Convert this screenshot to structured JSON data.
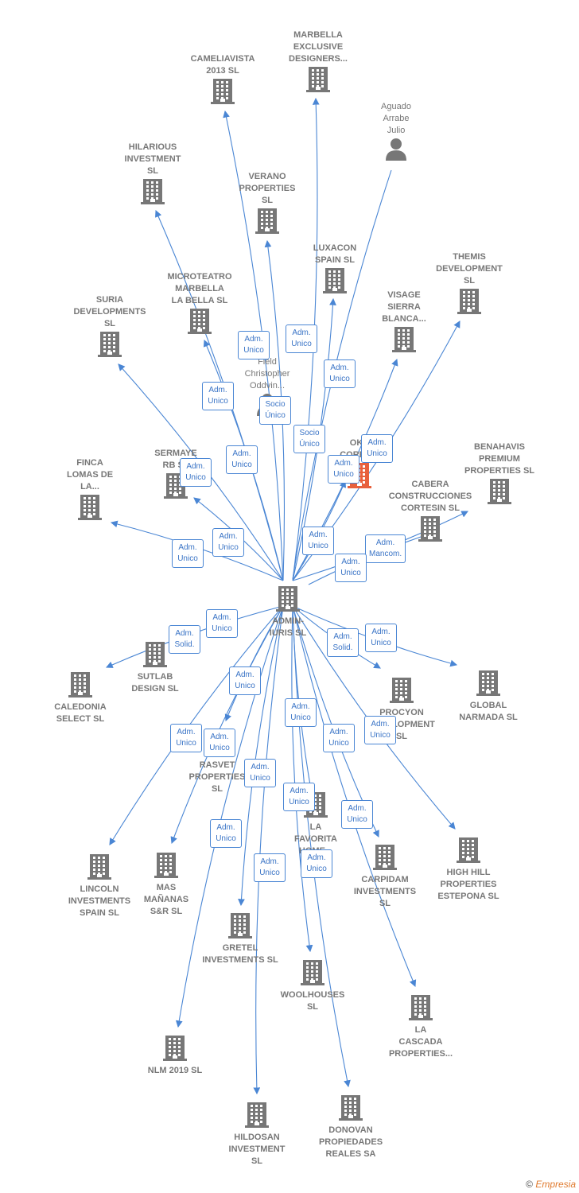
{
  "colors": {
    "edge": "#4a86d4",
    "node": "#777777",
    "highlight": "#e8603c",
    "person": "#777777"
  },
  "center": {
    "id": "admin",
    "label": "ADMIN-\nIURIS  SL"
  },
  "nodes": [
    {
      "id": "cameliavista",
      "label": "CAMELIAVISTA\n2013  SL",
      "icon": "building-icon"
    },
    {
      "id": "marbella",
      "label": "MARBELLA\nEXCLUSIVE\nDESIGNERS...",
      "icon": "building-icon"
    },
    {
      "id": "aguado",
      "label": "Aguado\nArrabe\nJulio",
      "icon": "person-icon"
    },
    {
      "id": "hilarious",
      "label": "HILARIOUS\nINVESTMENT\nSL",
      "icon": "building-icon"
    },
    {
      "id": "verano",
      "label": "VERANO\nPROPERTIES\nSL",
      "icon": "building-icon"
    },
    {
      "id": "luxacon",
      "label": "LUXACON\nSPAIN SL",
      "icon": "building-icon"
    },
    {
      "id": "themis",
      "label": "THEMIS\nDEVELOPMENT\nSL",
      "icon": "building-icon"
    },
    {
      "id": "microteatro",
      "label": "MICROTEATRO\nMARBELLA\nLA BELLA  SL",
      "icon": "building-icon"
    },
    {
      "id": "visage",
      "label": "VISAGE\nSIERRA\nBLANCA...",
      "icon": "building-icon"
    },
    {
      "id": "suria",
      "label": "SURIA\nDEVELOPMENTS\nSL",
      "icon": "building-icon"
    },
    {
      "id": "field",
      "label": "Field\nChristopher\nOddvin...",
      "icon": "person-icon"
    },
    {
      "id": "okk",
      "label": "OKK\nCORPO...",
      "icon": "building-icon"
    },
    {
      "id": "benahavis",
      "label": "BENAHAVIS\nPREMIUM\nPROPERTIES SL",
      "icon": "building-icon"
    },
    {
      "id": "finca",
      "label": "FINCA\nLOMAS DE\nLA...",
      "icon": "building-icon"
    },
    {
      "id": "sermaye",
      "label": "SERMAYE\nRB  SL",
      "icon": "building-icon"
    },
    {
      "id": "cabera",
      "label": "CABERA\nCONSTRUCCIONES\nCORTESIN  SL",
      "icon": "building-icon"
    },
    {
      "id": "sutlab",
      "label": "SUTLAB\nDESIGN  SL",
      "icon": "building-icon"
    },
    {
      "id": "caledonia",
      "label": "CALEDONIA\nSELECT  SL",
      "icon": "building-icon"
    },
    {
      "id": "procyon",
      "label": "PROCYON\nDEVELOPMENT\nSL",
      "icon": "building-icon"
    },
    {
      "id": "global",
      "label": "GLOBAL\nNARMADA  SL",
      "icon": "building-icon"
    },
    {
      "id": "rasvet",
      "label": "RASVET\nPROPERTIES\nSL",
      "icon": "building-icon"
    },
    {
      "id": "lafavorita",
      "label": "LA\nFAVORITA\nHOME...",
      "icon": "building-icon"
    },
    {
      "id": "lincoln",
      "label": "LINCOLN\nINVESTMENTS\nSPAIN SL",
      "icon": "building-icon"
    },
    {
      "id": "mas",
      "label": "MAS\nMAÑANAS\nS&R  SL",
      "icon": "building-icon"
    },
    {
      "id": "carpidam",
      "label": "CARPIDAM\nINVESTMENTS\nSL",
      "icon": "building-icon"
    },
    {
      "id": "highhill",
      "label": "HIGH HILL\nPROPERTIES\nESTEPONA SL",
      "icon": "building-icon"
    },
    {
      "id": "gretel",
      "label": "GRETEL\nINVESTMENTS SL",
      "icon": "building-icon"
    },
    {
      "id": "woolhouses",
      "label": "WOOLHOUSES\nSL",
      "icon": "building-icon"
    },
    {
      "id": "lacascada",
      "label": "LA\nCASCADA\nPROPERTIES...",
      "icon": "building-icon"
    },
    {
      "id": "nlm",
      "label": "NLM 2019  SL",
      "icon": "building-icon"
    },
    {
      "id": "hildosan",
      "label": "HILDOSAN\nINVESTMENT\nSL",
      "icon": "building-icon"
    },
    {
      "id": "donovan",
      "label": "DONOVAN\nPROPIEDADES\nREALES SA",
      "icon": "building-icon"
    }
  ],
  "badges": [
    "Adm.\nUnico",
    "Adm.\nUnico",
    "Adm.\nUnico",
    "Adm.\nUnico",
    "Socio\nÚnico",
    "Socio\nÚnico",
    "Adm.\nUnico",
    "Adm.\nUnico",
    "Adm.\nUnico",
    "Adm.\nUnico",
    "Adm.\nUnico",
    "Adm.\nUnico",
    "Adm.\nUnico",
    "Adm.\nMancom.",
    "Adm.\nUnico",
    "Adm.\nUnico",
    "Adm.\nSolid.",
    "Adm.\nUnico",
    "Adm.\nSolid.",
    "Adm.\nUnico",
    "Adm.\nUnico",
    "Adm.\nUnico",
    "Adm.\nUnico",
    "Adm.\nUnico",
    "Adm.\nUnico",
    "Adm.\nUnico",
    "Adm.\nUnico",
    "Adm.\nUnico",
    "Adm.\nUnico",
    "Adm.\nUnico",
    "Adm.\nUnico",
    "Adm.\nUnico"
  ],
  "footer": {
    "copyright": "©",
    "brand": "Empresia"
  }
}
